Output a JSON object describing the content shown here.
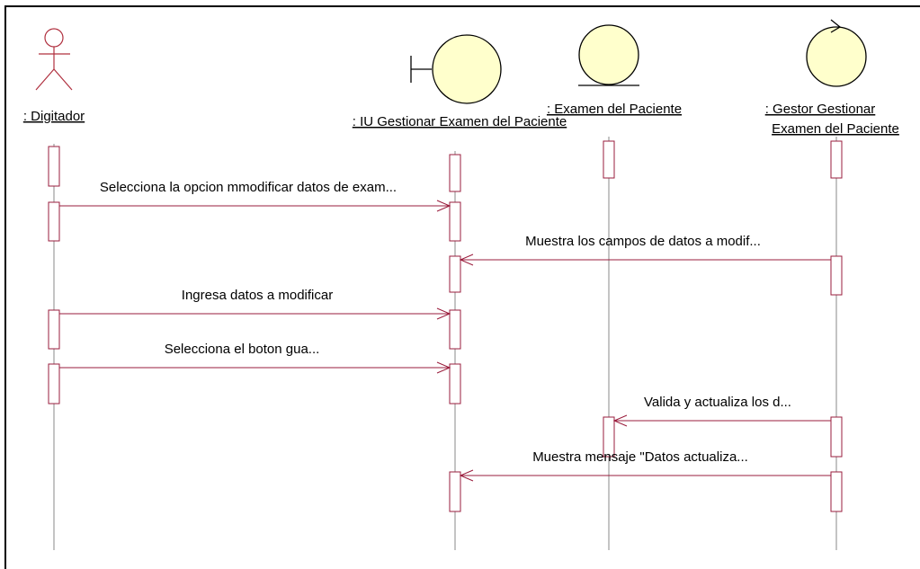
{
  "diagram": {
    "colors": {
      "frame": "#000000",
      "lifeline": "#8a8a8a",
      "activation_stroke": "#9a1c3c",
      "message": "#9a1c3c",
      "object_fill": "#ffffcc"
    },
    "lifelines": [
      {
        "id": "digitador",
        "lines": [
          ": Digitador"
        ],
        "kind": "actor"
      },
      {
        "id": "iu",
        "lines": [
          ": IU  Gestionar Examen del Paciente"
        ],
        "kind": "boundary"
      },
      {
        "id": "examen",
        "lines": [
          ": Examen del Paciente"
        ],
        "kind": "entity"
      },
      {
        "id": "gestor",
        "lines": [
          ": Gestor  Gestionar",
          "Examen del Paciente"
        ],
        "kind": "control"
      }
    ],
    "messages": [
      {
        "from": "digitador",
        "to": "iu",
        "label": "Selecciona la opcion mmodificar datos de exam..."
      },
      {
        "from": "gestor",
        "to": "iu",
        "label": "Muestra los campos de datos a modif..."
      },
      {
        "from": "digitador",
        "to": "iu",
        "label": "Ingresa datos a modificar"
      },
      {
        "from": "digitador",
        "to": "iu",
        "label": "Selecciona el boton gua..."
      },
      {
        "from": "gestor",
        "to": "examen",
        "label": "Valida y actualiza los d..."
      },
      {
        "from": "gestor",
        "to": "iu",
        "label": "Muestra mensaje \"Datos actualiza..."
      }
    ]
  }
}
